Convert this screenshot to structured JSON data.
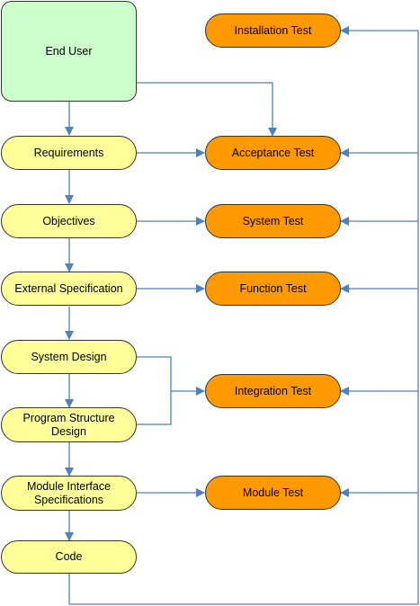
{
  "colors": {
    "connector": "#4f81bd",
    "development_fill": "#ffff99",
    "test_fill": "#ff9900",
    "end_user_fill": "#ccffcc"
  },
  "end_user": "End User",
  "development": {
    "requirements": "Requirements",
    "objectives": "Objectives",
    "external_specification": "External Specification",
    "system_design": "System Design",
    "program_structure_design": "Program Structure Design",
    "module_interface_specifications": "Module Interface Specifications",
    "code": "Code"
  },
  "testing": {
    "installation_test": "Installation Test",
    "acceptance_test": "Acceptance Test",
    "system_test": "System Test",
    "function_test": "Function Test",
    "integration_test": "Integration Test",
    "module_test": "Module Test"
  }
}
